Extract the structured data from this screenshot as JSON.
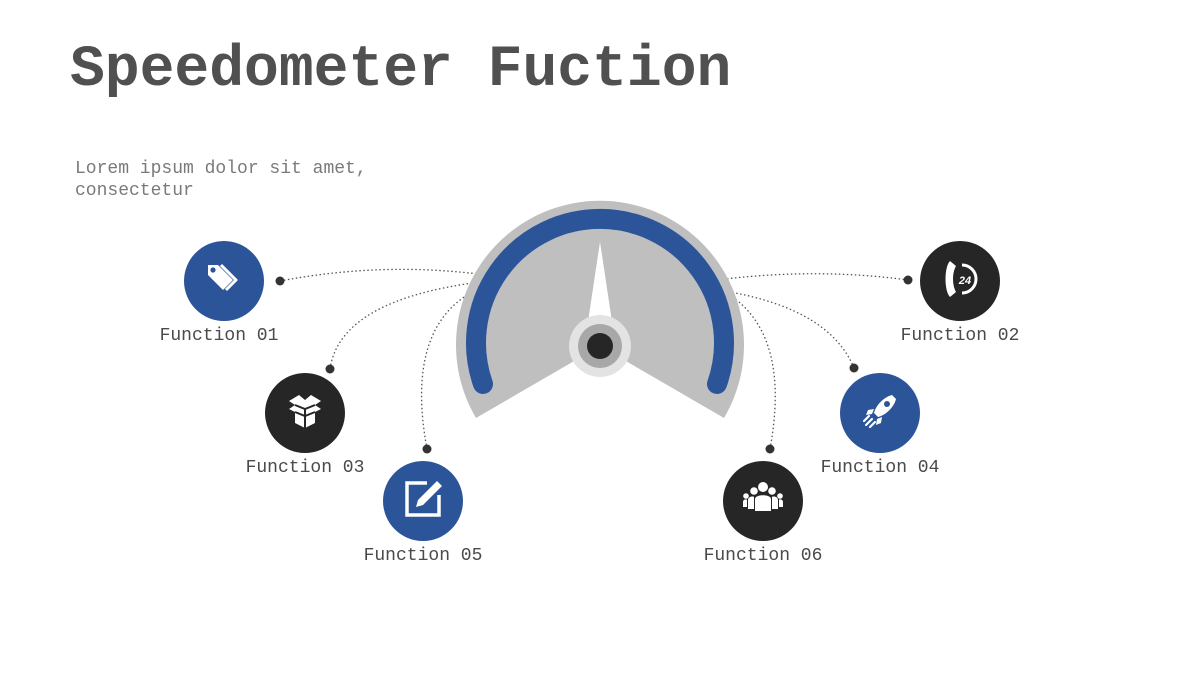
{
  "title": "Speedometer Fuction",
  "subtitle": "Lorem ipsum dolor sit amet, consectetur",
  "colors": {
    "accent_blue": "#2c5499",
    "dark": "#262626",
    "gauge_gray": "#bebebe"
  },
  "functions": [
    {
      "label": "Function 01",
      "icon": "price-tag-icon",
      "color": "blue"
    },
    {
      "label": "Function 02",
      "icon": "phone-24-icon",
      "color": "dark"
    },
    {
      "label": "Function 03",
      "icon": "box-icon",
      "color": "dark"
    },
    {
      "label": "Function 04",
      "icon": "rocket-icon",
      "color": "blue"
    },
    {
      "label": "Function 05",
      "icon": "edit-icon",
      "color": "blue"
    },
    {
      "label": "Function 06",
      "icon": "team-icon",
      "color": "dark"
    }
  ]
}
